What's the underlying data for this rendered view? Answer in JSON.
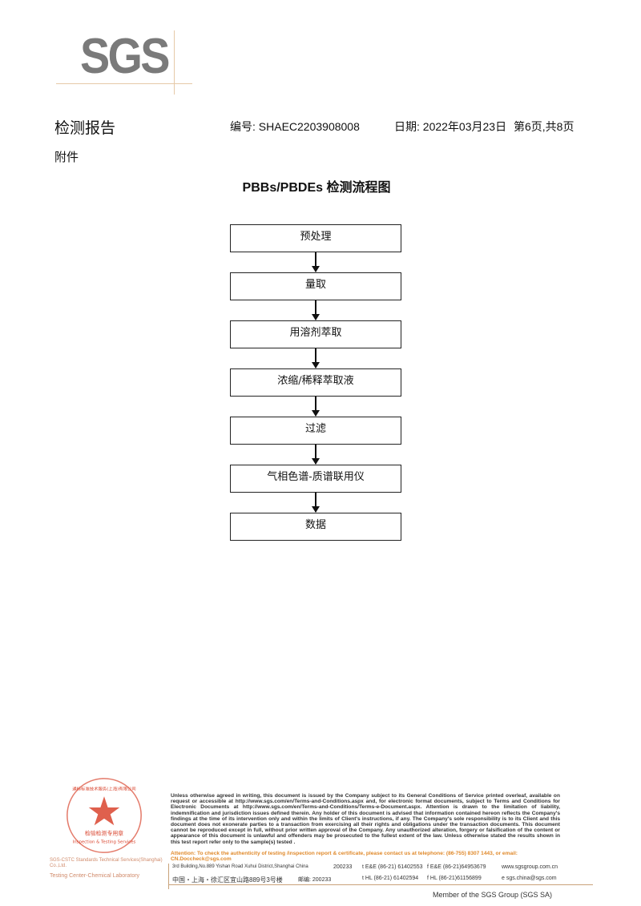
{
  "header": {
    "logo": "SGS",
    "title": "检测报告",
    "report_no": "编号: SHAEC2203908008",
    "date": "日期: 2022年03月23日",
    "page": "第6页,共8页",
    "annex": "附件"
  },
  "flow": {
    "title": "PBBs/PBDEs 检测流程图",
    "steps": [
      "预处理",
      "量取",
      "用溶剂萃取",
      "浓缩/稀释萃取液",
      "过滤",
      "气相色谱-质谱联用仪",
      "数据"
    ]
  },
  "footer": {
    "legal": "Unless otherwise agreed in writing, this document is issued by the Company subject to its General Conditions of Service printed overleaf, available on request or accessible at http://www.sgs.com/en/Terms-and-Conditions.aspx and, for electronic format documents, subject to Terms and Conditions for Electronic Documents at http://www.sgs.com/en/Terms-and-Conditions/Terms-e-Document.aspx. Attention is drawn to the limitation of liability, indemnification and jurisdiction issues defined therein. Any holder of this document is advised that information contained hereon reflects the Company's findings at the time of its intervention only and within the limits of Client's instructions, if any. The Company's sole responsibility is to its Client and this document does not exonerate parties to a transaction from exercising all their rights and obligations under the transaction documents. This document cannot be reproduced except in full, without prior written approval of the Company. Any unauthorized alteration, forgery or falsification of the content or appearance of this document is unlawful and offenders may be prosecuted to the fullest extent of the law. Unless otherwise stated the results shown in this test report refer only to the sample(s) tested .",
    "attention": "Attention: To check the authenticity of testing /inspection report & certificate, please contact us at telephone: (86-755) 8307 1443, or email: CN.Doccheck@sgs.com",
    "addr_en": "3rd Building,No.889 Yishan Road Xuhui District,Shanghai China",
    "zip_en": "200233",
    "t1": "t E&E (86-21) 61402553",
    "f1": "f E&E (86-21)64953679",
    "web": "www.sgsgroup.com.cn",
    "addr_cn": "中国・上海・徐汇区宜山路889号3号楼",
    "zip_cn": "邮编: 200233",
    "t2": "t HL (86-21) 61402594",
    "f2": "f HL (86-21)61156899",
    "email": "e sgs.china@sgs.com",
    "company1": "SGS-CSTC Standards Technical Services(Shanghai) Co.,Ltd.",
    "company2": "Testing Center-Chemical Laboratory",
    "member": "Member of the SGS Group (SGS SA)",
    "seal": {
      "ring": "通标标准技术服务(上海)有限公司",
      "center_cn": "检验检测专用章",
      "center_en": "Inspection & Testing Services",
      "color": "#d9442e"
    }
  }
}
